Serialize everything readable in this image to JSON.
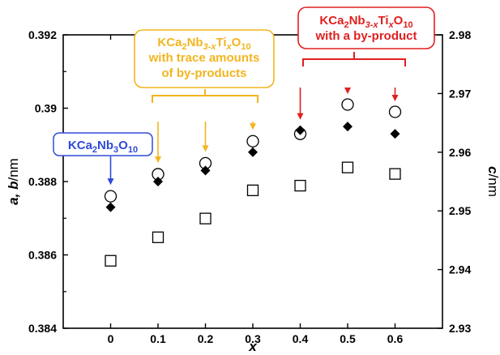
{
  "chart_data": {
    "type": "scatter",
    "x": [
      0,
      0.1,
      0.2,
      0.3,
      0.4,
      0.5,
      0.6
    ],
    "x_tick_labels": [
      "0",
      "0.1",
      "0.2",
      "0.3",
      "0.4",
      "0.5",
      "0.6"
    ],
    "xlim": [
      -0.1,
      0.7
    ],
    "xlabel": "x",
    "ylabel_left_main": "a, b",
    "ylabel_left_unit": "/nm",
    "ylabel_right_main": "c",
    "ylabel_right_unit": "/nm",
    "ylim_left": [
      0.384,
      0.392
    ],
    "ylim_right": [
      2.93,
      2.98
    ],
    "y_left_ticks": [
      0.384,
      0.386,
      0.388,
      0.39,
      0.392
    ],
    "y_left_tick_labels": [
      "0.384",
      "0.386",
      "0.388",
      "0.39",
      "0.392"
    ],
    "y_right_ticks": [
      2.93,
      2.94,
      2.95,
      2.96,
      2.97,
      2.98
    ],
    "y_right_tick_labels": [
      "2.93",
      "2.94",
      "2.95",
      "2.96",
      "2.97",
      "2.98"
    ],
    "grid": false,
    "series": [
      {
        "marker": "open-circle",
        "axis": "left",
        "values": [
          0.3876,
          0.3882,
          0.3885,
          0.3891,
          0.3893,
          0.3901,
          0.3899
        ]
      },
      {
        "marker": "filled-diamond",
        "axis": "left",
        "values": [
          0.3873,
          0.388,
          0.3883,
          0.3888,
          0.3894,
          0.3895,
          0.3893
        ]
      },
      {
        "marker": "open-square",
        "axis": "right",
        "values": [
          2.9415,
          2.9455,
          2.9487,
          2.9535,
          2.9543,
          2.9574,
          2.9563
        ]
      }
    ],
    "annotations": [
      {
        "id": "pure",
        "color": "#2e4bd8",
        "lines": [
          {
            "parts": [
              {
                "t": "KCa"
              },
              {
                "t": "2",
                "sub": true
              },
              {
                "t": "Nb"
              },
              {
                "t": "3",
                "sub": true
              },
              {
                "t": "O"
              },
              {
                "t": "10",
                "sub": true
              }
            ]
          }
        ],
        "targets": [
          0
        ]
      },
      {
        "id": "trace",
        "color": "#f2b51f",
        "lines": [
          {
            "parts": [
              {
                "t": "KCa"
              },
              {
                "t": "2",
                "sub": true
              },
              {
                "t": "Nb"
              },
              {
                "t": "3-x",
                "sub": true,
                "italic": true
              },
              {
                "t": "Ti"
              },
              {
                "t": "x",
                "sub": true,
                "italic": true
              },
              {
                "t": "O"
              },
              {
                "t": "10",
                "sub": true
              }
            ]
          },
          {
            "parts": [
              {
                "t": "with trace amounts"
              }
            ]
          },
          {
            "parts": [
              {
                "t": "of by-products"
              }
            ]
          }
        ],
        "targets": [
          0.1,
          0.2,
          0.3
        ]
      },
      {
        "id": "byproduct",
        "color": "#e01f1f",
        "lines": [
          {
            "parts": [
              {
                "t": "KCa"
              },
              {
                "t": "2",
                "sub": true
              },
              {
                "t": "Nb"
              },
              {
                "t": "3-x",
                "sub": true,
                "italic": true
              },
              {
                "t": "Ti"
              },
              {
                "t": "x",
                "sub": true,
                "italic": true
              },
              {
                "t": "O"
              },
              {
                "t": "10",
                "sub": true
              }
            ]
          },
          {
            "parts": [
              {
                "t": "with a by-product"
              }
            ]
          }
        ],
        "targets": [
          0.4,
          0.5,
          0.6
        ]
      }
    ]
  },
  "style": {
    "axis_color": "#000000",
    "marker_color": "#000000"
  }
}
